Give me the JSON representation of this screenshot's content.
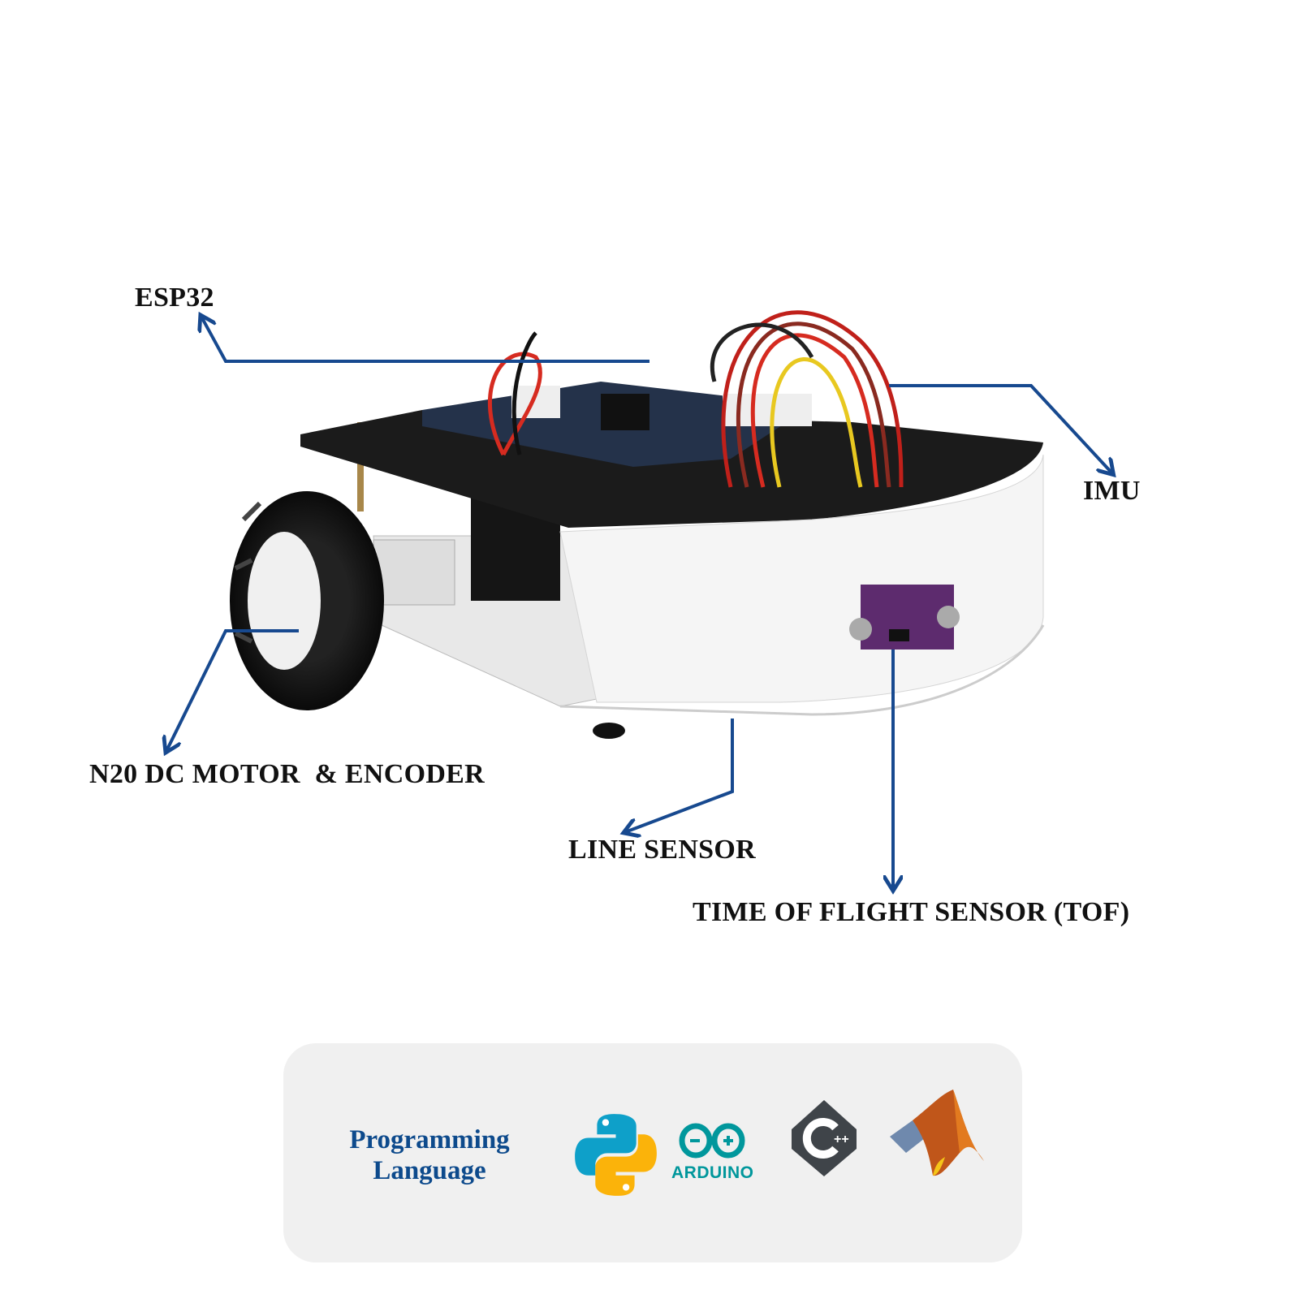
{
  "labels": {
    "esp32": "ESP32",
    "imu": "IMU",
    "motor": "N20 DC MOTOR  & ENCODER",
    "line_sensor": "LINE SENSOR",
    "tof": "TIME OF FLIGHT SENSOR (TOF)"
  },
  "panel": {
    "title": "Programming Language",
    "logos": [
      "python-logo",
      "arduino-logo",
      "cpp-logo",
      "matlab-logo"
    ],
    "arduino_text": "ARDUINO"
  },
  "colors": {
    "arrow": "#17498f",
    "panel_bg": "#f0f0f0",
    "panel_text": "#0d4a8c",
    "arduino": "#00979c"
  }
}
